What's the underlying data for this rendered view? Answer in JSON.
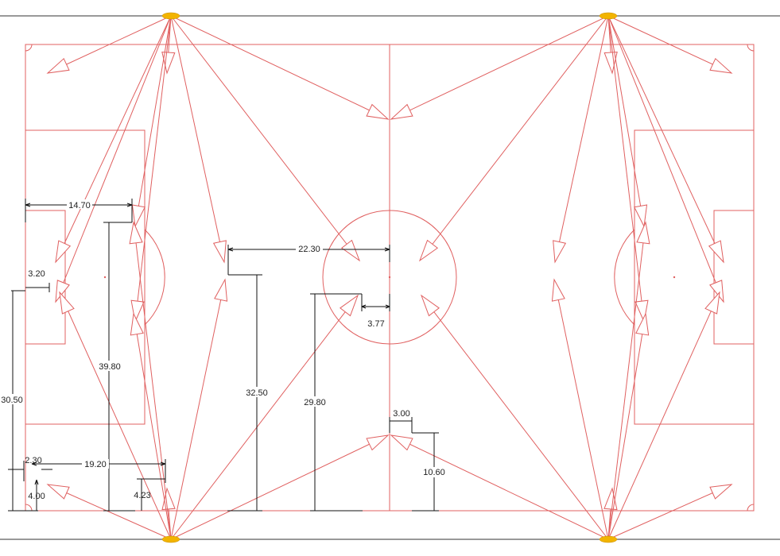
{
  "colors": {
    "field_lines": "#e06060",
    "dimension_lines": "#111111",
    "light_source": "#f2b400",
    "background": "#ffffff"
  },
  "dimensions": {
    "d_14_70": "14.70",
    "d_3_20": "3.20",
    "d_22_30": "22.30",
    "d_3_77": "3.77",
    "d_39_80": "39.80",
    "d_30_50": "30.50",
    "d_32_50": "32.50",
    "d_29_80": "29.80",
    "d_3_00": "3.00",
    "d_10_60": "10.60",
    "d_2_30": "2.30",
    "d_19_20": "19.20",
    "d_4_00": "4.00",
    "d_4_23": "4.23"
  }
}
